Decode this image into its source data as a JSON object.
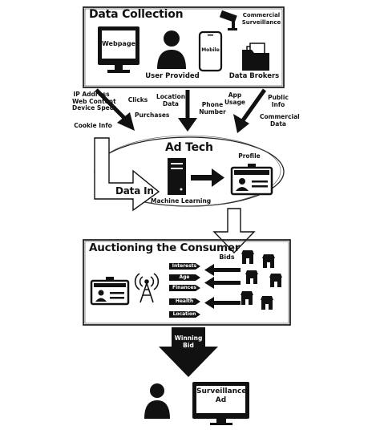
{
  "data_collection": {
    "title": "Data Collection",
    "webpages": "Webpages",
    "mobile": "Mobile",
    "user_provided": "User Provided",
    "commercial_surveillance": "Commercial\nSurveillance",
    "data_brokers": "Data Brokers"
  },
  "inputs": {
    "ip_address": "IP Address\nWeb Content\nDevice Specs",
    "cookie_info": "Cookie Info",
    "clicks": "Clicks",
    "purchases": "Purchases",
    "location_data": "Location\nData",
    "phone_number": "Phone\nNumber",
    "app_usage": "App\nUsage",
    "public_info": "Public\nInfo",
    "commercial_data": "Commercial\nData"
  },
  "ad_tech": {
    "title": "Ad Tech",
    "data_in": "Data In",
    "machine_learning": "Machine Learning",
    "profile": "Profile"
  },
  "auction": {
    "title": "Auctioning the Consumer",
    "bids": "Bids",
    "tags": [
      "Interests",
      "Age",
      "Finances",
      "Health",
      "Location"
    ]
  },
  "result": {
    "winning_bid": "Winning\nBid",
    "surveillance_ad": "Surveillance\nAd"
  }
}
